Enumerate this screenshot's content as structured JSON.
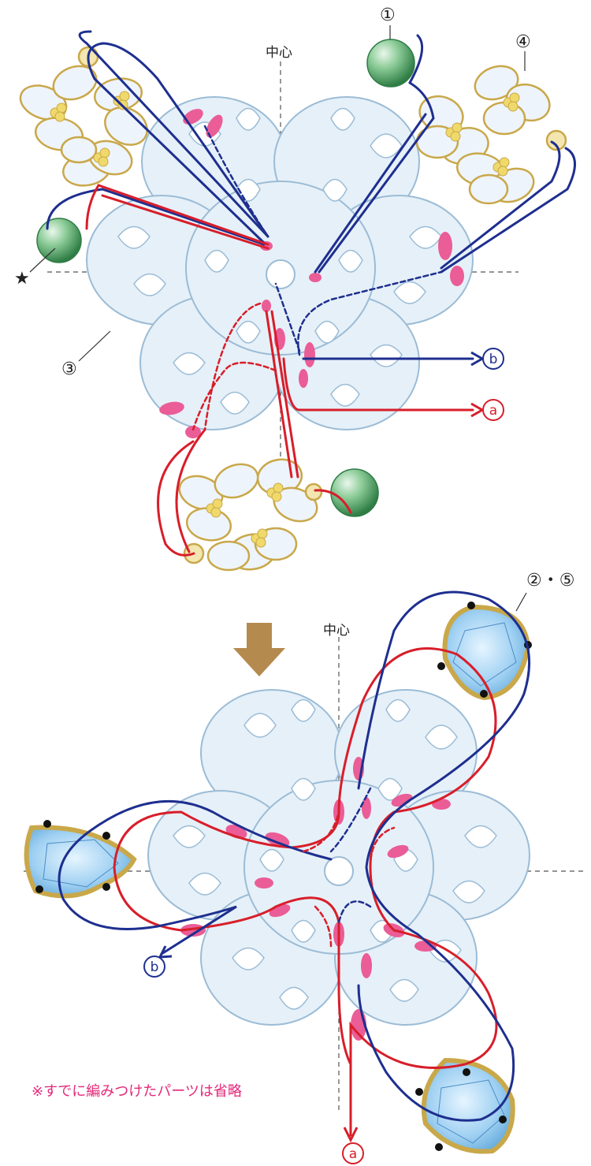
{
  "labels": {
    "center_top": "中心",
    "center_bottom": "中心",
    "part_1": "①",
    "part_3": "③",
    "part_4": "④",
    "part_2_5": "②・⑤",
    "star": "★",
    "wire_a": "a",
    "wire_b": "b",
    "note": "※すでに編みつけたパーツは省略"
  },
  "colors": {
    "lace_fill": "#e6f0f8",
    "lace_line": "#9bbcd6",
    "wire_red": "#d81e2a",
    "wire_blue": "#1e2f8f",
    "pink_mark": "#ea5d97",
    "flower_fill": "#eef4fb",
    "flower_outline": "#c9a84a",
    "pearl_green": "#5aae6f",
    "gem_blue": "#8fc6ef",
    "gem_frame": "#c9a84a",
    "arrow_brown": "#b58a4f",
    "note_pink": "#e5287a"
  },
  "icons": {
    "down_arrow": "down-arrow-icon",
    "star": "star-icon"
  }
}
